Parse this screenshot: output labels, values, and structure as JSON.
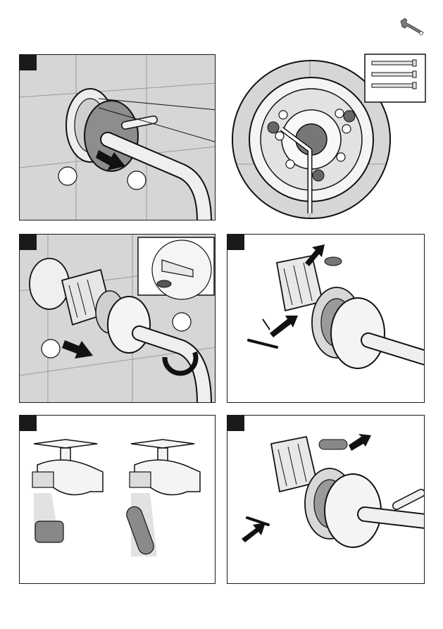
{
  "page": {
    "tool_icon": "wrench-icon",
    "panels": [
      {
        "id": "step-1",
        "tag_icon": "step-marker",
        "callouts": [
          "circle-a",
          "circle-b"
        ],
        "arrow_icon": "pull-arrow-icon",
        "inset": "escutcheon-detail-zoom",
        "parts_box_icon": "screws-icon"
      },
      {
        "id": "step-2",
        "tag_icon": "step-marker",
        "callouts": [
          "circle-a",
          "circle-b"
        ],
        "arrow_icon": "pull-arrow-icon",
        "inset": "spout-outlet-detail"
      },
      {
        "id": "step-3",
        "tag_icon": "step-marker",
        "arrow_icon": "remove-arrow-icon"
      },
      {
        "id": "step-4",
        "tag_icon": "step-marker",
        "faucet_icons": [
          "faucet-with-strainer-icon",
          "faucet-with-filter-icon"
        ]
      },
      {
        "id": "step-5",
        "tag_icon": "step-marker",
        "arrow_icon": "insert-arrow-icon"
      }
    ]
  },
  "colors": {
    "line": "#1a1a1a",
    "tile": "#d4d4d4",
    "tile_dark": "#bdbdbd",
    "metal": "#ececec",
    "shade": "#8a8a8a"
  }
}
